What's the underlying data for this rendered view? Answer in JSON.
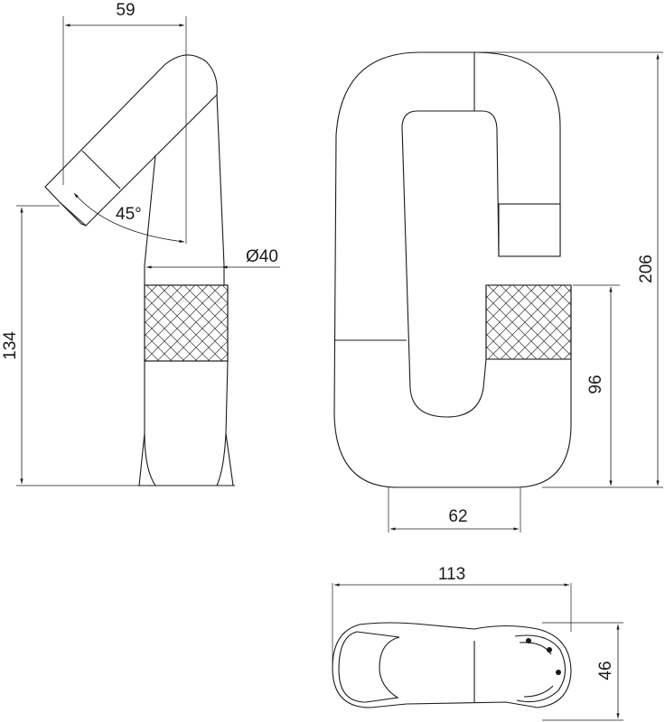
{
  "dimensions": {
    "side_spout_width": "59",
    "spout_angle": "45°",
    "base_diameter": "Ø40",
    "side_height": "134",
    "front_total_height": "206",
    "front_lower_height": "96",
    "front_base_width": "62",
    "top_length": "113",
    "top_depth": "46"
  },
  "colors": {
    "line": "#1a1a1a",
    "background": "#ffffff"
  }
}
